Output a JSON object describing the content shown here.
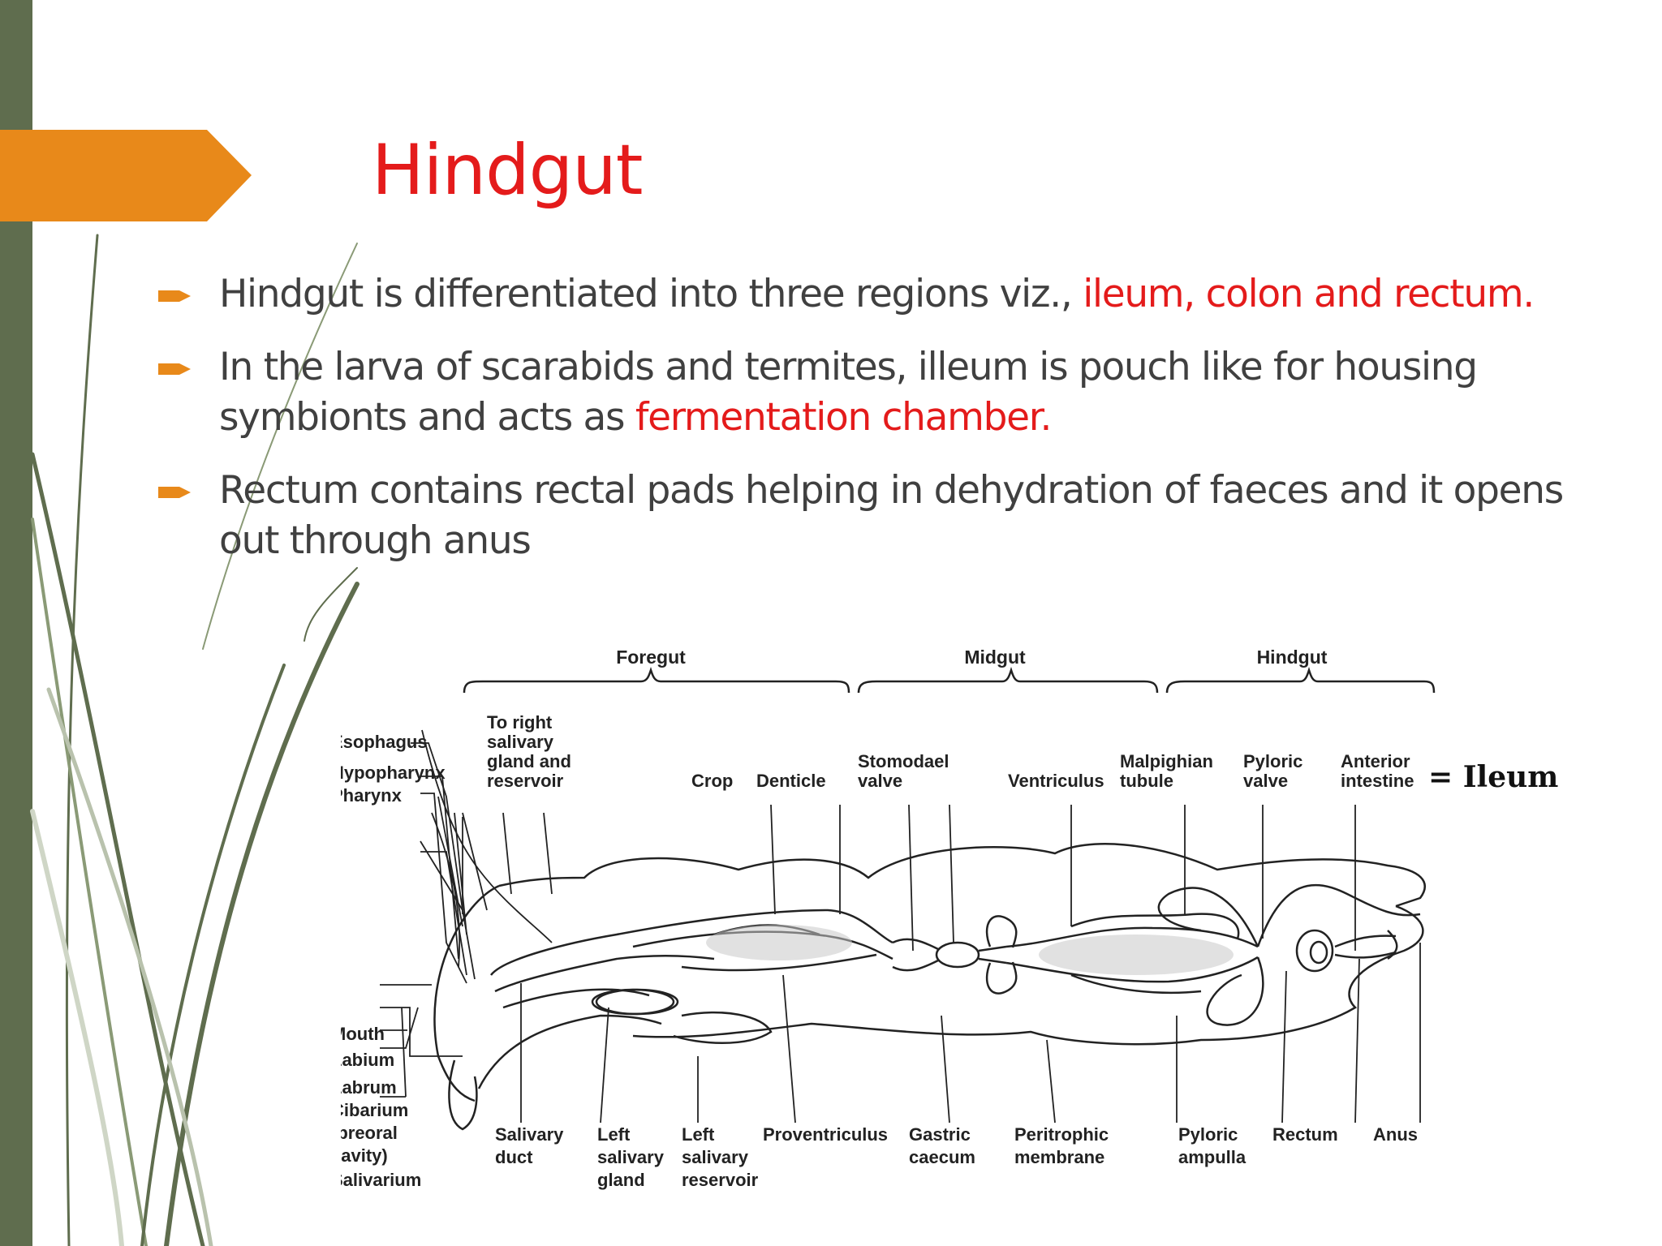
{
  "slide": {
    "title": "Hindgut",
    "bullets": [
      {
        "plain": "Hindgut is differentiated into three regions viz., ",
        "highlight": "ileum, colon and rectum.",
        "tail": ""
      },
      {
        "plain": "In the larva of scarabids and termites, illeum is pouch like for housing symbionts and acts as ",
        "highlight": "fermentation chamber.",
        "tail": ""
      },
      {
        "plain": "Rectum contains rectal pads helping in dehydration of faeces and it opens out through anus",
        "highlight": "",
        "tail": ""
      }
    ]
  },
  "diagram": {
    "sections": [
      "Foregut",
      "Midgut",
      "Hindgut"
    ],
    "top_labels": {
      "to_right": [
        "To right",
        "salivary",
        "gland and",
        "reservoir"
      ],
      "crop": "Crop",
      "denticle": "Denticle",
      "stomodael": [
        "Stomodael",
        "valve"
      ],
      "ventriculus": "Ventriculus",
      "malpighian": [
        "Malpighian",
        "tubule"
      ],
      "pyloric_valve": [
        "Pyloric",
        "valve"
      ],
      "anterior_intestine": [
        "Anterior",
        "intestine"
      ]
    },
    "handwritten_note": "= Ileum",
    "left_labels": [
      "Esophagus",
      "Hypopharynx",
      "Pharynx",
      "Mouth",
      "Labium",
      "Labrum",
      "Cibarium",
      "(preoral",
      "cavity)",
      "Salivarium"
    ],
    "bottom_labels": {
      "salivary_duct": [
        "Salivary",
        "duct"
      ],
      "left_gland": [
        "Left",
        "salivary",
        "gland"
      ],
      "left_reservoir": [
        "Left",
        "salivary",
        "reservoir"
      ],
      "proventriculus": "Proventriculus",
      "gastric": [
        "Gastric",
        "caecum"
      ],
      "peritrophic": [
        "Peritrophic",
        "membrane"
      ],
      "pyloric_ampulla": [
        "Pyloric",
        "ampulla"
      ],
      "rectum": "Rectum",
      "anus": "Anus"
    }
  },
  "colors": {
    "title": "#e41b1b",
    "highlight": "#e41b1b",
    "body_text": "#404040",
    "left_bar": "#5f6d4e",
    "orange_tab": "#e8891a",
    "bullet_arrow": "#e8891a"
  }
}
